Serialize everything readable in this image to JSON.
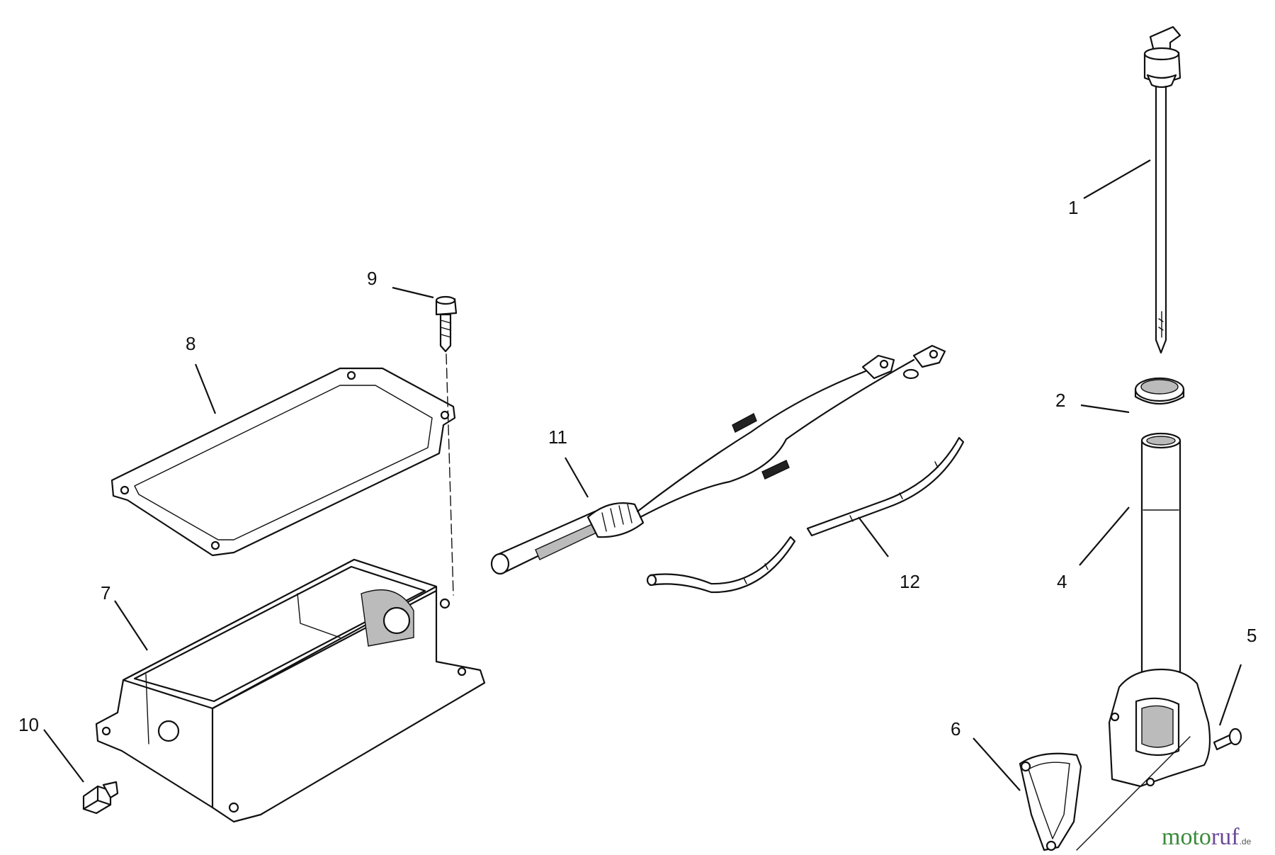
{
  "callouts": [
    {
      "label": "1"
    },
    {
      "label": "2"
    },
    {
      "label": "4"
    },
    {
      "label": "5"
    },
    {
      "label": "6"
    },
    {
      "label": "7"
    },
    {
      "label": "8"
    },
    {
      "label": "9"
    },
    {
      "label": "10"
    },
    {
      "label": "11"
    },
    {
      "label": "12"
    }
  ],
  "watermark": {
    "part_a": "moto",
    "part_b": "ruf",
    "suffix": ".de"
  }
}
